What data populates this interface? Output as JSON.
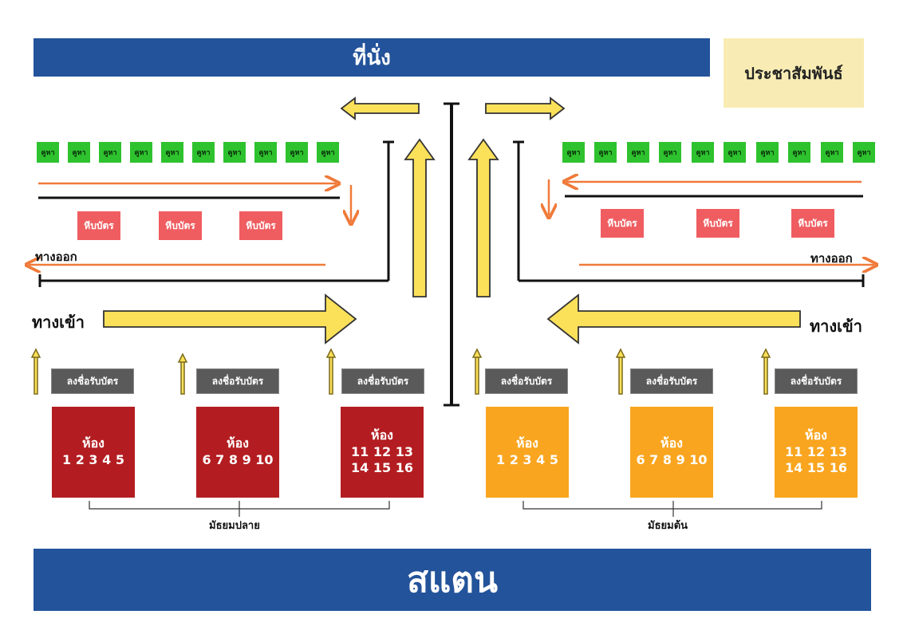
{
  "header": {
    "seats": "ที่นั่ง",
    "public_relations": "ประชาสัมพันธ์"
  },
  "footer": {
    "stage": "สแตน"
  },
  "labels": {
    "exit": "ทางออก",
    "entrance": "ทางเข้า",
    "consult": "คูหา",
    "ballot": "หีบบัตร",
    "register": "ลงชื่อรับบัตร",
    "room": "ห้อง"
  },
  "upper_secondary": {
    "label": "มัธยมปลาย",
    "rooms": [
      {
        "line1": "1 2 3 4 5",
        "line2": ""
      },
      {
        "line1": "6 7 8 9 10",
        "line2": ""
      },
      {
        "line1": "11 12 13",
        "line2": "14 15 16"
      }
    ]
  },
  "lower_secondary": {
    "label": "มัธยมต้น",
    "rooms": [
      {
        "line1": "1 2 3 4 5",
        "line2": ""
      },
      {
        "line1": "6 7 8 9 10",
        "line2": ""
      },
      {
        "line1": "11 12 13",
        "line2": "14 15 16"
      }
    ]
  },
  "colors": {
    "banner": "#23539a",
    "consult_booth": "#2ec22e",
    "ballot_box": "#ef5d60",
    "upper_room": "#b31d21",
    "lower_room": "#f9a51f",
    "arrow_yellow": "#fbe05a",
    "arrow_orange": "#f07a3a"
  }
}
